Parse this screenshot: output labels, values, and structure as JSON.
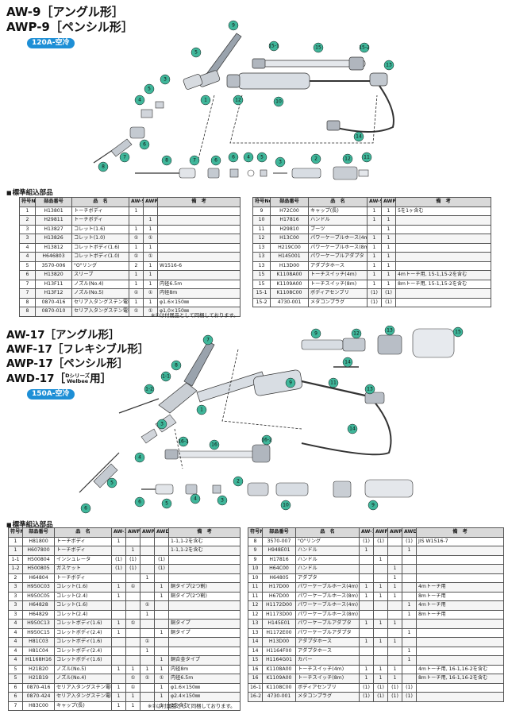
{
  "section1": {
    "title_line1": "AW-9［アングル形］",
    "title_line2": "AWP-9［ペンシル形］",
    "badge": "120A-空冷",
    "parts_heading": "標準組込部品",
    "headers": [
      "符号No.",
      "部品番号",
      "品　名",
      "AW-9",
      "AWP-9",
      "備　考"
    ],
    "left_rows": [
      [
        "1",
        "H13801",
        "トーチボディ",
        "1",
        "",
        ""
      ],
      [
        "2",
        "H29811",
        "トーチボディ",
        "",
        "1",
        ""
      ],
      [
        "3",
        "H13827",
        "コレット(1.6)",
        "1",
        "1",
        ""
      ],
      [
        "3",
        "H13826",
        "コレット(1.0)",
        "①",
        "①",
        ""
      ],
      [
        "4",
        "H13812",
        "コレットボディ(1.6)",
        "1",
        "1",
        ""
      ],
      [
        "4",
        "H646803",
        "コレットボディ(1.0)",
        "①",
        "①",
        ""
      ],
      [
        "5",
        "3570-006",
        "\"O\"リング",
        "2",
        "1",
        "W1516-6"
      ],
      [
        "6",
        "H13820",
        "スリーブ",
        "1",
        "1",
        ""
      ],
      [
        "7",
        "H13F11",
        "ノズル(No.4)",
        "1",
        "1",
        "内径6.5m"
      ],
      [
        "7",
        "H13F12",
        "ノズル(No.5)",
        "①",
        "①",
        "内径8m"
      ],
      [
        "8",
        "0870-416",
        "セリア入タングステン電極",
        "1",
        "1",
        "φ1.6×150㎜"
      ],
      [
        "8",
        "0870-010",
        "セリア入タングステン電極",
        "①",
        "①",
        "φ1.0×150㎜"
      ]
    ],
    "right_rows": [
      [
        "9",
        "H72C00",
        "キャップ(長)",
        "1",
        "1",
        "5を1ヶ含む"
      ],
      [
        "10",
        "H17816",
        "ハンドル",
        "1",
        "1",
        ""
      ],
      [
        "11",
        "H29810",
        "ブーツ",
        "",
        "1",
        ""
      ],
      [
        "12",
        "H13C00",
        "パワーケーブルホース(4m)",
        "1",
        "1",
        ""
      ],
      [
        "13",
        "H219C00",
        "パワーケーブルホース(8m)",
        "1",
        "1",
        ""
      ],
      [
        "13",
        "H145001",
        "パワーケーブルアダプタ",
        "1",
        "1",
        ""
      ],
      [
        "13",
        "H13D00",
        "アダプタホース",
        "1",
        "1",
        ""
      ],
      [
        "15",
        "K1108A00",
        "トーチスイッチ(4m)",
        "1",
        "1",
        "4mトーチ用, 15-1,15-2を含む"
      ],
      [
        "15",
        "K1109A00",
        "トーチスイッチ(8m)",
        "1",
        "1",
        "8mトーチ用, 15-1,15-2を含む"
      ],
      [
        "15-1",
        "K1108C00",
        "ボディアセンブリ",
        "(1)",
        "(1)",
        ""
      ],
      [
        "15-2",
        "4730-001",
        "メタコンプラグ",
        "(1)",
        "(1)",
        ""
      ]
    ],
    "note": "※①は付属品として同梱しております。",
    "callouts": [
      "1",
      "2",
      "3",
      "4",
      "5",
      "6",
      "7",
      "8",
      "9",
      "10",
      "11",
      "12",
      "13",
      "14",
      "15",
      "15-1",
      "15-2"
    ]
  },
  "section2": {
    "title_line1": "AW-17［アングル形］",
    "title_line2": "AWF-17［フレキシブル形］",
    "title_line3": "AWP-17［ペンシル形］",
    "title_line4a": "AWD-17［",
    "title_line4b": "Dシリーズ",
    "title_line4c": "Welbee",
    "title_line4d": "用］",
    "badge": "150A-空冷",
    "parts_heading": "標準組込部品",
    "headers": [
      "符号No.",
      "部品番号",
      "品　名",
      "AW-17",
      "AWF-17",
      "AWP-17",
      "AWD-17",
      "備　考"
    ],
    "left_rows": [
      [
        "1",
        "H81800",
        "トーチボディ",
        "1",
        "",
        "",
        "",
        "1-1,1-2を含む"
      ],
      [
        "1",
        "H607800",
        "トーチボディ",
        "",
        "1",
        "",
        "",
        "1-1,1-2を含む"
      ],
      [
        "1-1",
        "H500804",
        "インシュレータ",
        "(1)",
        "(1)",
        "",
        "(1)",
        ""
      ],
      [
        "1-2",
        "H500805",
        "ガスケット",
        "(1)",
        "(1)",
        "",
        "(1)",
        ""
      ],
      [
        "2",
        "H64804",
        "トーチボディ",
        "",
        "",
        "1",
        "",
        ""
      ],
      [
        "3",
        "H950C03",
        "コレット(1.6)",
        "1",
        "①",
        "",
        "1",
        "銅タイプ(2つ割)"
      ],
      [
        "3",
        "H950C05",
        "コレット(2.4)",
        "1",
        "",
        "",
        "1",
        "銅タイプ(2つ割)"
      ],
      [
        "3",
        "H64828",
        "コレット(1.6)",
        "",
        "",
        "①",
        "",
        ""
      ],
      [
        "3",
        "H64829",
        "コレット(2.4)",
        "",
        "",
        "1",
        "",
        ""
      ],
      [
        "4",
        "H950C13",
        "コレットボディ(1.6)",
        "1",
        "①",
        "",
        "",
        "銅タイプ"
      ],
      [
        "4",
        "H950C15",
        "コレットボディ(2.4)",
        "1",
        "",
        "",
        "1",
        "銅タイプ"
      ],
      [
        "4",
        "H81C03",
        "コレットボディ(1.6)",
        "",
        "",
        "①",
        "",
        ""
      ],
      [
        "4",
        "H81C04",
        "コレットボディ(2.4)",
        "",
        "",
        "1",
        "",
        ""
      ],
      [
        "4",
        "H1168H16",
        "コレットボディ(1.6)",
        "",
        "",
        "",
        "1",
        "銅合金タイプ"
      ],
      [
        "5",
        "H21B20",
        "ノズル(No.5)",
        "1",
        "1",
        "1",
        "1",
        "内径8m"
      ],
      [
        "5",
        "H21B19",
        "ノズル(No.4)",
        "",
        "①",
        "①",
        "①",
        "内径6.5m"
      ],
      [
        "6",
        "0870-416",
        "セリア入タングステン電極",
        "1",
        "①",
        "",
        "1",
        "φ1.6×150㎜"
      ],
      [
        "6",
        "0870-424",
        "セリア入タングステン電極",
        "1",
        "1",
        "",
        "1",
        "φ2.4×150㎜"
      ],
      [
        "7",
        "H83C00",
        "キャップ(長)",
        "1",
        "1",
        "",
        "1",
        "8を含む"
      ]
    ],
    "right_rows": [
      [
        "8",
        "3570-007",
        "\"O\"リング",
        "(1)",
        "(1)",
        "",
        "(1)",
        "JIS W1516-7"
      ],
      [
        "9",
        "H948E01",
        "ハンドル",
        "1",
        "",
        "",
        "1",
        ""
      ],
      [
        "9",
        "H17816",
        "ハンドル",
        "",
        "1",
        "",
        "",
        ""
      ],
      [
        "10",
        "H64C00",
        "ハンドル",
        "",
        "",
        "1",
        "",
        ""
      ],
      [
        "10",
        "H64805",
        "アダプタ",
        "",
        "",
        "1",
        "",
        ""
      ],
      [
        "11",
        "H17D00",
        "パワーケーブルホース(4m)",
        "1",
        "1",
        "1",
        "",
        "4mトーチ用"
      ],
      [
        "11",
        "H67D00",
        "パワーケーブルホース(8m)",
        "1",
        "1",
        "1",
        "",
        "8mトーチ用"
      ],
      [
        "12",
        "H1172D00",
        "パワーケーブルホース(4m)",
        "",
        "",
        "",
        "1",
        "4mトーチ用"
      ],
      [
        "12",
        "H1173D00",
        "パワーケーブルホース(8m)",
        "",
        "",
        "",
        "1",
        "8mトーチ用"
      ],
      [
        "13",
        "H145E01",
        "パワーケーブルアダプタ",
        "1",
        "1",
        "1",
        "",
        ""
      ],
      [
        "13",
        "H1172E00",
        "パワーケーブルアダプタ",
        "",
        "",
        "",
        "1",
        ""
      ],
      [
        "14",
        "H13D00",
        "アダプタホース",
        "1",
        "1",
        "1",
        "",
        ""
      ],
      [
        "14",
        "H1164F00",
        "アダプタホース",
        "",
        "",
        "",
        "1",
        ""
      ],
      [
        "15",
        "H1164G01",
        "カバー",
        "",
        "",
        "",
        "1",
        ""
      ],
      [
        "16",
        "K1108A00",
        "トーチスイッチ(4m)",
        "1",
        "1",
        "1",
        "",
        "4mトーチ用, 16-1,16-2を含む"
      ],
      [
        "16",
        "K1109A00",
        "トーチスイッチ(8m)",
        "1",
        "1",
        "1",
        "",
        "8mトーチ用, 16-1,16-2を含む"
      ],
      [
        "16-1",
        "K1108C00",
        "ボディアセンブリ",
        "(1)",
        "(1)",
        "(1)",
        "(1)",
        ""
      ],
      [
        "16-2",
        "4730-001",
        "メタコンプラグ",
        "(1)",
        "(1)",
        "(1)",
        "(1)",
        ""
      ]
    ],
    "note": "※①は付属品として同梱しております。"
  },
  "colors": {
    "badge": "#1e8fd6",
    "callout_green": "#3fb69a",
    "header_gray": "#d9d9d9"
  }
}
